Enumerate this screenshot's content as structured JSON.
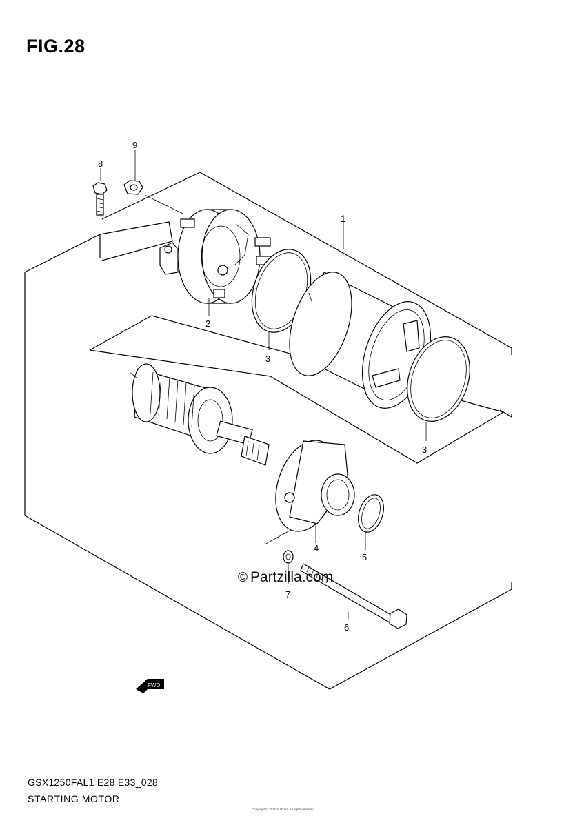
{
  "figure": {
    "title": "FIG.28"
  },
  "callouts": [
    {
      "id": "1",
      "label": "1"
    },
    {
      "id": "2",
      "label": "2"
    },
    {
      "id": "3a",
      "label": "3"
    },
    {
      "id": "3b",
      "label": "3"
    },
    {
      "id": "4",
      "label": "4"
    },
    {
      "id": "5",
      "label": "5"
    },
    {
      "id": "6",
      "label": "6"
    },
    {
      "id": "7",
      "label": "7"
    },
    {
      "id": "8",
      "label": "8"
    },
    {
      "id": "9",
      "label": "9"
    }
  ],
  "watermark": {
    "symbol": "©",
    "text": "Partzilla.com"
  },
  "footer": {
    "code": "GSX1250FAL1 E28 E33_028",
    "name": "STARTING MOTOR"
  },
  "fineprint": "Copyright © 2011 SUZUKI. All rights reserved.",
  "fwd_arrow": {
    "label": "FWD"
  }
}
